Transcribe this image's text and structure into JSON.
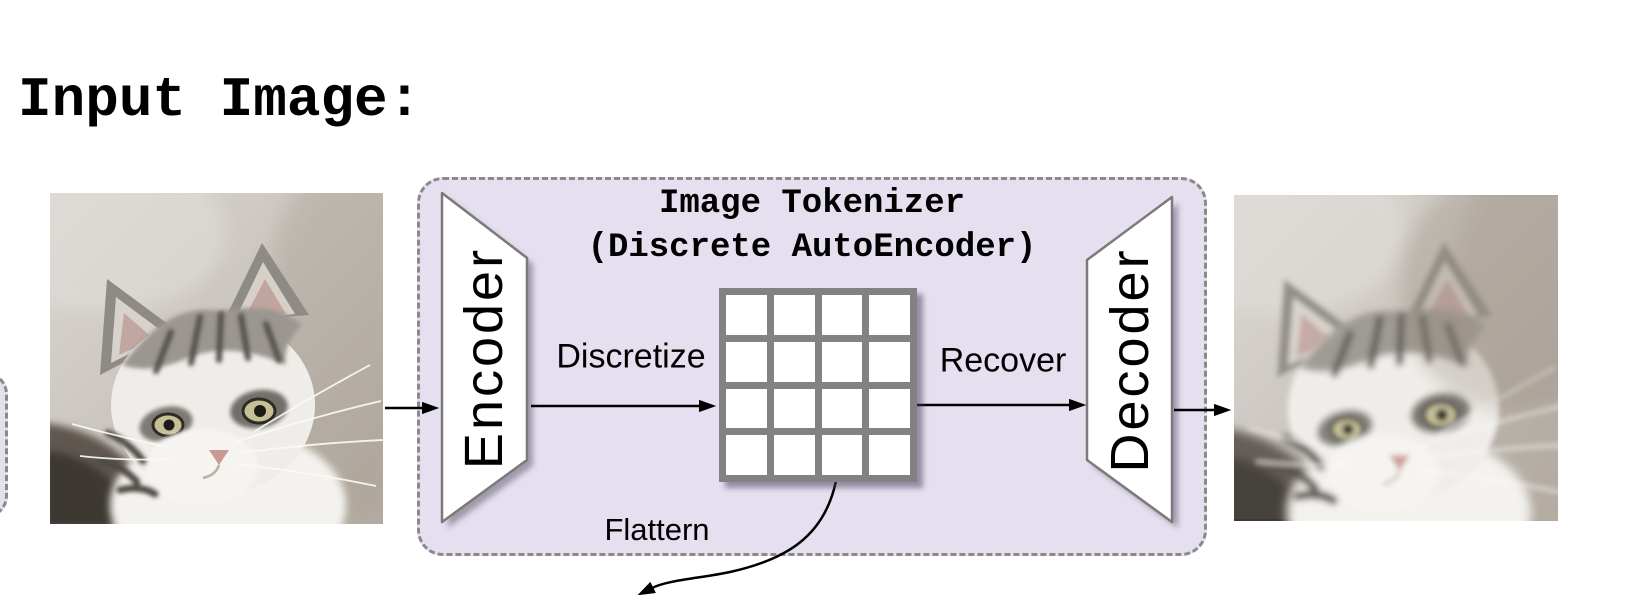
{
  "figure": {
    "heading": "Input Image:",
    "tokenizer": {
      "title_line1": "Image Tokenizer",
      "title_line2": "(Discrete AutoEncoder)",
      "encoder_label": "Encoder",
      "decoder_label": "Decoder"
    },
    "flow": {
      "discretize_label": "Discretize",
      "recover_label": "Recover",
      "flatten_label": "Flattern"
    },
    "token_grid": {
      "rows": 4,
      "cols": 4
    },
    "colors": {
      "box_fill": "#E5DFEF",
      "box_border": "#8A8A8A",
      "grid_line": "#828282",
      "arrow": "#000000",
      "background": "#FFFFFF"
    }
  }
}
